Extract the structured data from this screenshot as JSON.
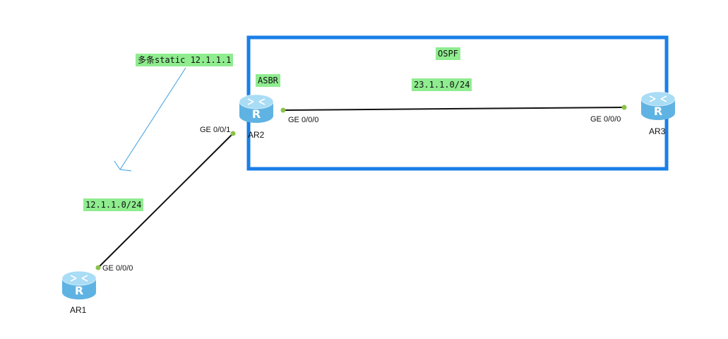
{
  "colors": {
    "area_border": "#1a7fe8",
    "label_bg": "#8fec8f",
    "link": "#111111",
    "port_dot": "#8bc34a",
    "annotation_arrow": "#3b9de0",
    "router_top": "#a9dcf5",
    "router_side": "#5fb3e3"
  },
  "labels": {
    "static_note": "多条static 12.1.1.1",
    "ospf": "OSPF",
    "asbr": "ASBR",
    "net_23": "23.1.1.0/24",
    "net_12": "12.1.1.0/24"
  },
  "routers": {
    "ar1": {
      "name": "AR1",
      "icon": "router-icon"
    },
    "ar2": {
      "name": "AR2",
      "icon": "router-icon"
    },
    "ar3": {
      "name": "AR3",
      "icon": "router-icon"
    }
  },
  "ports": {
    "ar2_g000": "GE 0/0/0",
    "ar2_g001": "GE 0/0/1",
    "ar3_g000": "GE 0/0/0",
    "ar1_g000": "GE 0/0/0"
  }
}
